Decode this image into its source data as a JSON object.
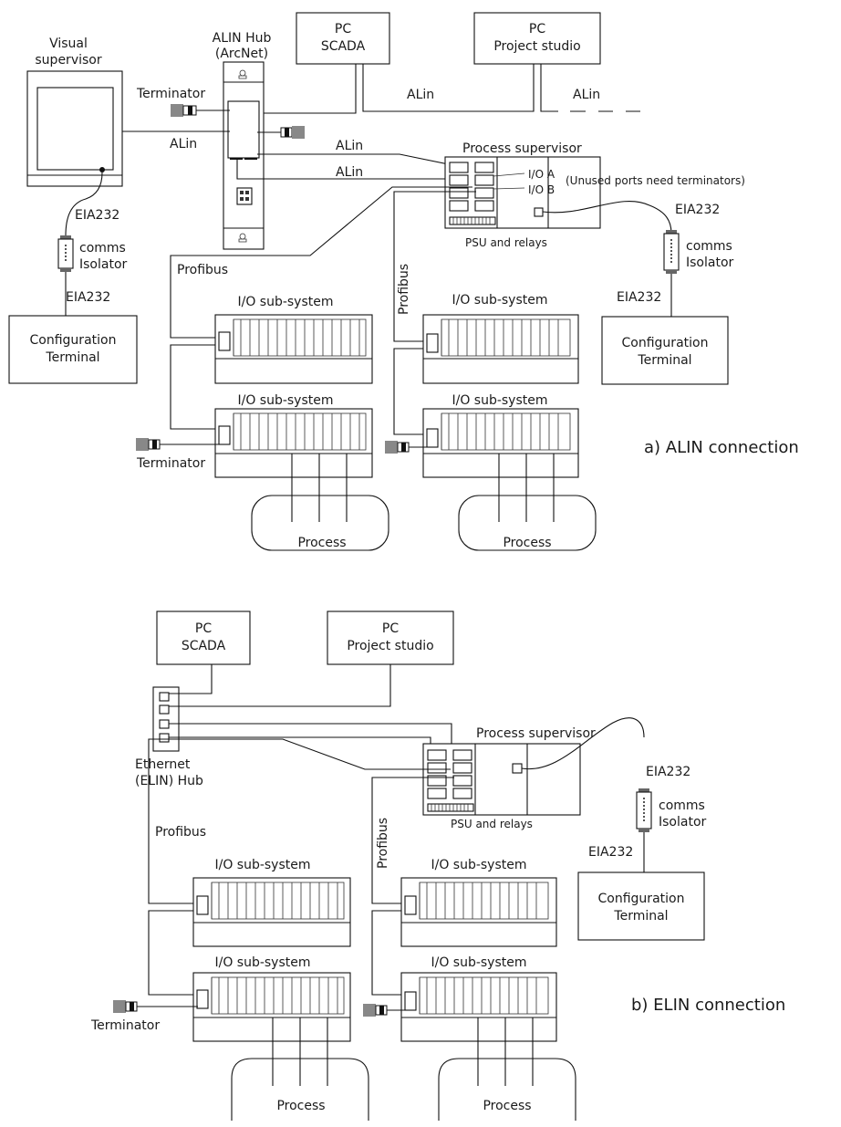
{
  "diagram_a": {
    "caption": "a)  ALIN connection",
    "pc_scada": [
      "PC",
      "SCADA"
    ],
    "pc_project": [
      "PC",
      "Project studio"
    ],
    "alin_hub": [
      "ALIN Hub",
      "(ArcNet)"
    ],
    "visual_supervisor": [
      "Visual",
      "supervisor"
    ],
    "terminator": "Terminator",
    "alin_links": [
      "ALin",
      "ALin",
      "ALin",
      "ALin",
      "ALin"
    ],
    "process_supervisor": "Process supervisor",
    "io_a": "I/O A",
    "io_b": "I/O B",
    "unused_note": "(Unused ports need terminators)",
    "psu_relays": "PSU and relays",
    "eia_left": [
      "EIA232",
      "EIA232"
    ],
    "eia_right": [
      "EIA232",
      "EIA232"
    ],
    "isolator": [
      "comms",
      "Isolator"
    ],
    "config_terminal": [
      "Configuration",
      "Terminal"
    ],
    "profibus": "Profibus",
    "io_subsystem": "I/O sub-system",
    "process": "Process",
    "terminator_bottom": "Terminator"
  },
  "diagram_b": {
    "caption": "b)  ELIN connection",
    "pc_scada": [
      "PC",
      "SCADA"
    ],
    "pc_project": [
      "PC",
      "Project studio"
    ],
    "ethernet_hub": [
      "Ethernet",
      "(ELIN) Hub"
    ],
    "process_supervisor": "Process supervisor",
    "psu_relays": "PSU and relays",
    "eia": [
      "EIA232",
      "EIA232"
    ],
    "isolator": [
      "comms",
      "Isolator"
    ],
    "config_terminal": [
      "Configuration",
      "Terminal"
    ],
    "profibus": "Profibus",
    "io_subsystem": "I/O sub-system",
    "process": "Process",
    "terminator": "Terminator"
  },
  "icons": [
    "terminator-plug-icon",
    "rj45-port-icon",
    "isolator-icon",
    "lock-icon"
  ]
}
